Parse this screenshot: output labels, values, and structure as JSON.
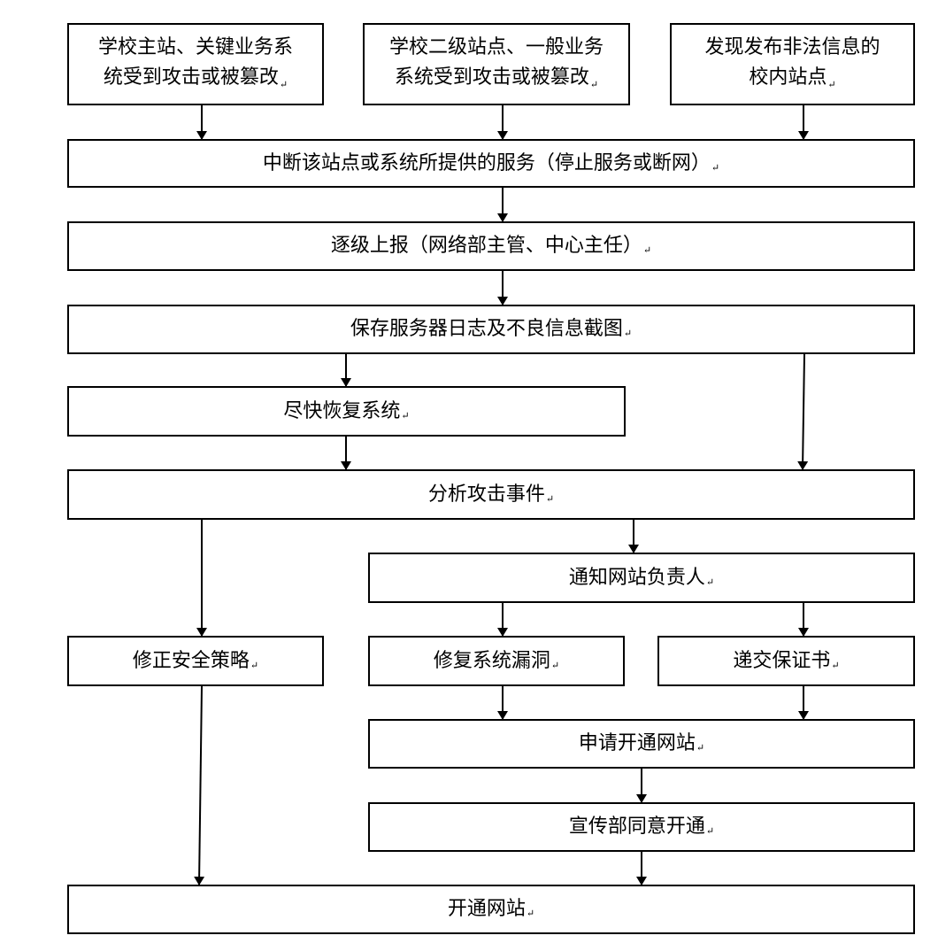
{
  "nodes": {
    "main_site_attacked": {
      "line1": "学校主站、关键业务系",
      "line2": "统受到攻击或被篡改"
    },
    "secondary_site_attacked": {
      "line1": "学校二级站点、一般业务",
      "line2": "系统受到攻击或被篡改"
    },
    "illegal_info_site": {
      "line1": "发现发布非法信息的",
      "line2": "校内站点"
    },
    "interrupt_service": "中断该站点或系统所提供的服务（停止服务或断网）",
    "report_upward": "逐级上报（网络部主管、中心主任）",
    "save_logs": "保存服务器日志及不良信息截图",
    "restore_system": "尽快恢复系统",
    "analyze_attack": "分析攻击事件",
    "notify_owner": "通知网站负责人",
    "fix_security_policy": "修正安全策略",
    "fix_vulnerabilities": "修复系统漏洞",
    "submit_guarantee": "递交保证书",
    "apply_reopen": "申请开通网站",
    "publicity_approve": "宣传部同意开通",
    "open_site": "开通网站"
  },
  "paragraph_mark": "↵"
}
